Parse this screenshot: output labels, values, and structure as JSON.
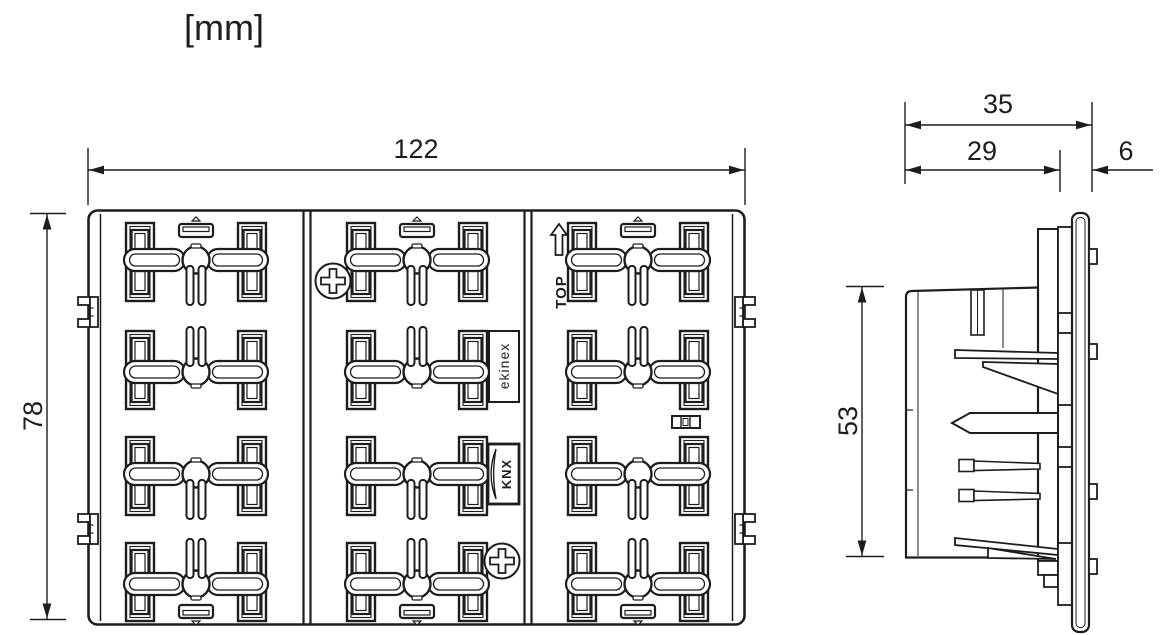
{
  "units_label": "[mm]",
  "front_view": {
    "width_label": "122",
    "height_label": "78",
    "top_marking": "TOP",
    "ekinex_marking": "ekinex",
    "knx_marking": "KNX"
  },
  "side_view": {
    "total_depth_label": "35",
    "recessed_depth_label": "29",
    "front_frame_depth_label": "6",
    "height_label": "53"
  },
  "dimensions_mm": {
    "front_width": 122,
    "front_height": 78,
    "side_total_depth": 35,
    "side_recessed_depth": 29,
    "side_front_frame_depth": 6,
    "side_height": 53
  },
  "colors": {
    "line": "#1d1d1b",
    "background": "#ffffff"
  }
}
